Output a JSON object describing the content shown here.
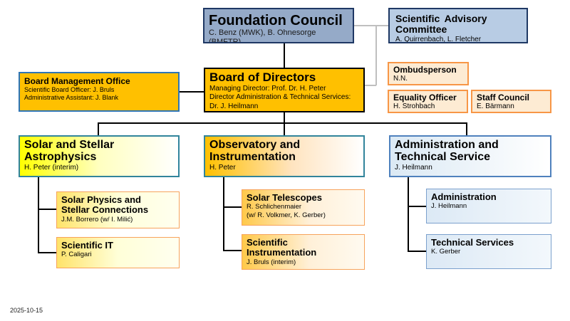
{
  "chart_data": {
    "type": "org-chart",
    "nodes": [
      {
        "id": "council",
        "title": "Foundation Council",
        "lines": [
          "C. Benz (MWK), B. Ohnesorge (BMFTR)"
        ]
      },
      {
        "id": "sac",
        "title": "Scientific Advisory Committee",
        "lines": [
          "A. Quirrenbach, L. Fletcher"
        ]
      },
      {
        "id": "bmo",
        "title": "Board Management Office",
        "lines": [
          "Scientific Board Officer: J. Bruls",
          "Administrative Assistant: J. Blank"
        ]
      },
      {
        "id": "bod",
        "title": "Board of Directors",
        "lines": [
          "Managing Director: Prof. Dr. H. Peter",
          "Director Administration & Technical Services:",
          "Dr. J. Heilmann"
        ]
      },
      {
        "id": "ombud",
        "title": "Ombudsperson",
        "lines": [
          "N.N."
        ]
      },
      {
        "id": "equal",
        "title": "Equality Officer",
        "lines": [
          "H. Strohbach"
        ]
      },
      {
        "id": "staff",
        "title": "Staff Council",
        "lines": [
          "E. Bärmann"
        ]
      },
      {
        "id": "dept-solar",
        "title": "Solar and Stellar Astrophysics",
        "lines": [
          "H. Peter (interim)"
        ]
      },
      {
        "id": "dept-obs",
        "title": "Observatory and Instrumentation",
        "lines": [
          "H. Peter"
        ]
      },
      {
        "id": "dept-admin",
        "title": "Administration and Technical Service",
        "lines": [
          "J. Heilmann"
        ]
      },
      {
        "id": "sub-spsc",
        "title": "Solar Physics and Stellar Connections",
        "lines": [
          "J.M. Borrero (w/ I. Milić)"
        ]
      },
      {
        "id": "sub-sit",
        "title": "Scientific IT",
        "lines": [
          "P. Caligari"
        ]
      },
      {
        "id": "sub-st",
        "title": "Solar Telescopes",
        "lines": [
          "R. Schlichenmaier",
          "(w/ R. Volkmer, K. Gerber)"
        ]
      },
      {
        "id": "sub-si",
        "title": "Scientific Instrumentation",
        "lines": [
          "J. Bruls (interim)"
        ]
      },
      {
        "id": "sub-adm",
        "title": "Administration",
        "lines": [
          "J. Heilmann"
        ]
      },
      {
        "id": "sub-ts",
        "title": "Technical Services",
        "lines": [
          "K. Gerber"
        ]
      }
    ],
    "edges": [
      {
        "from": "council",
        "to": "bod"
      },
      {
        "from": "council",
        "to": "sac",
        "style": "gray"
      },
      {
        "from": "bod",
        "to": "sac",
        "style": "gray"
      },
      {
        "from": "bod",
        "to": "bmo"
      },
      {
        "from": "bod",
        "to": "dept-solar"
      },
      {
        "from": "bod",
        "to": "dept-obs"
      },
      {
        "from": "bod",
        "to": "dept-admin"
      },
      {
        "from": "dept-solar",
        "to": "sub-spsc"
      },
      {
        "from": "dept-solar",
        "to": "sub-sit"
      },
      {
        "from": "dept-obs",
        "to": "sub-st"
      },
      {
        "from": "dept-obs",
        "to": "sub-si"
      },
      {
        "from": "dept-admin",
        "to": "sub-adm"
      },
      {
        "from": "dept-admin",
        "to": "sub-ts"
      }
    ]
  },
  "council": {
    "title": "Foundation Council",
    "line1": "C. Benz (MWK), B. Ohnesorge (BMFTR)"
  },
  "sac": {
    "title": "Scientific Advisory Committee",
    "line1": "A. Quirrenbach, L. Fletcher"
  },
  "bmo": {
    "title": "Board Management Office",
    "line1": "Scientific Board Officer: J. Bruls",
    "line2": "Administrative Assistant: J. Blank"
  },
  "bod": {
    "title": "Board of Directors",
    "line1": "Managing Director: Prof. Dr. H. Peter",
    "line2": "Director Administration & Technical Services:",
    "line3": "Dr. J. Heilmann"
  },
  "ombud": {
    "title": "Ombudsperson",
    "line1": "N.N."
  },
  "equal": {
    "title": "Equality Officer",
    "line1": "H. Strohbach"
  },
  "staff": {
    "title": "Staff Council",
    "line1": "E. Bärmann"
  },
  "departments": [
    {
      "title1": "Solar and Stellar",
      "title2": "Astrophysics",
      "head": "H. Peter (interim)"
    },
    {
      "title1": "Observatory and",
      "title2": "Instrumentation",
      "head": "H. Peter"
    },
    {
      "title1": "Administration and",
      "title2": "Technical Service",
      "head": "J. Heilmann"
    }
  ],
  "groups": {
    "spsc": {
      "title1": "Solar Physics and",
      "title2": "Stellar Connections",
      "line1": "J.M. Borrero (w/ I. Milić)"
    },
    "sit": {
      "title1": "Scientific IT",
      "line1": "P. Caligari"
    },
    "st": {
      "title1": "Solar Telescopes",
      "line1": "R. Schlichenmaier",
      "line2": "(w/ R. Volkmer, K. Gerber)"
    },
    "si": {
      "title1": "Scientific",
      "title2": "Instrumentation",
      "line1": "J. Bruls (interim)"
    },
    "adm": {
      "title1": "Administration",
      "line1": "J. Heilmann"
    },
    "ts": {
      "title1": "Technical Services",
      "line1": "K. Gerber"
    }
  },
  "date": "2025-10-15",
  "colors": {
    "council": "#95aac8",
    "directors": "#ffc000",
    "staff_units": "#fdebd3",
    "accent_orange": "#f79646"
  }
}
